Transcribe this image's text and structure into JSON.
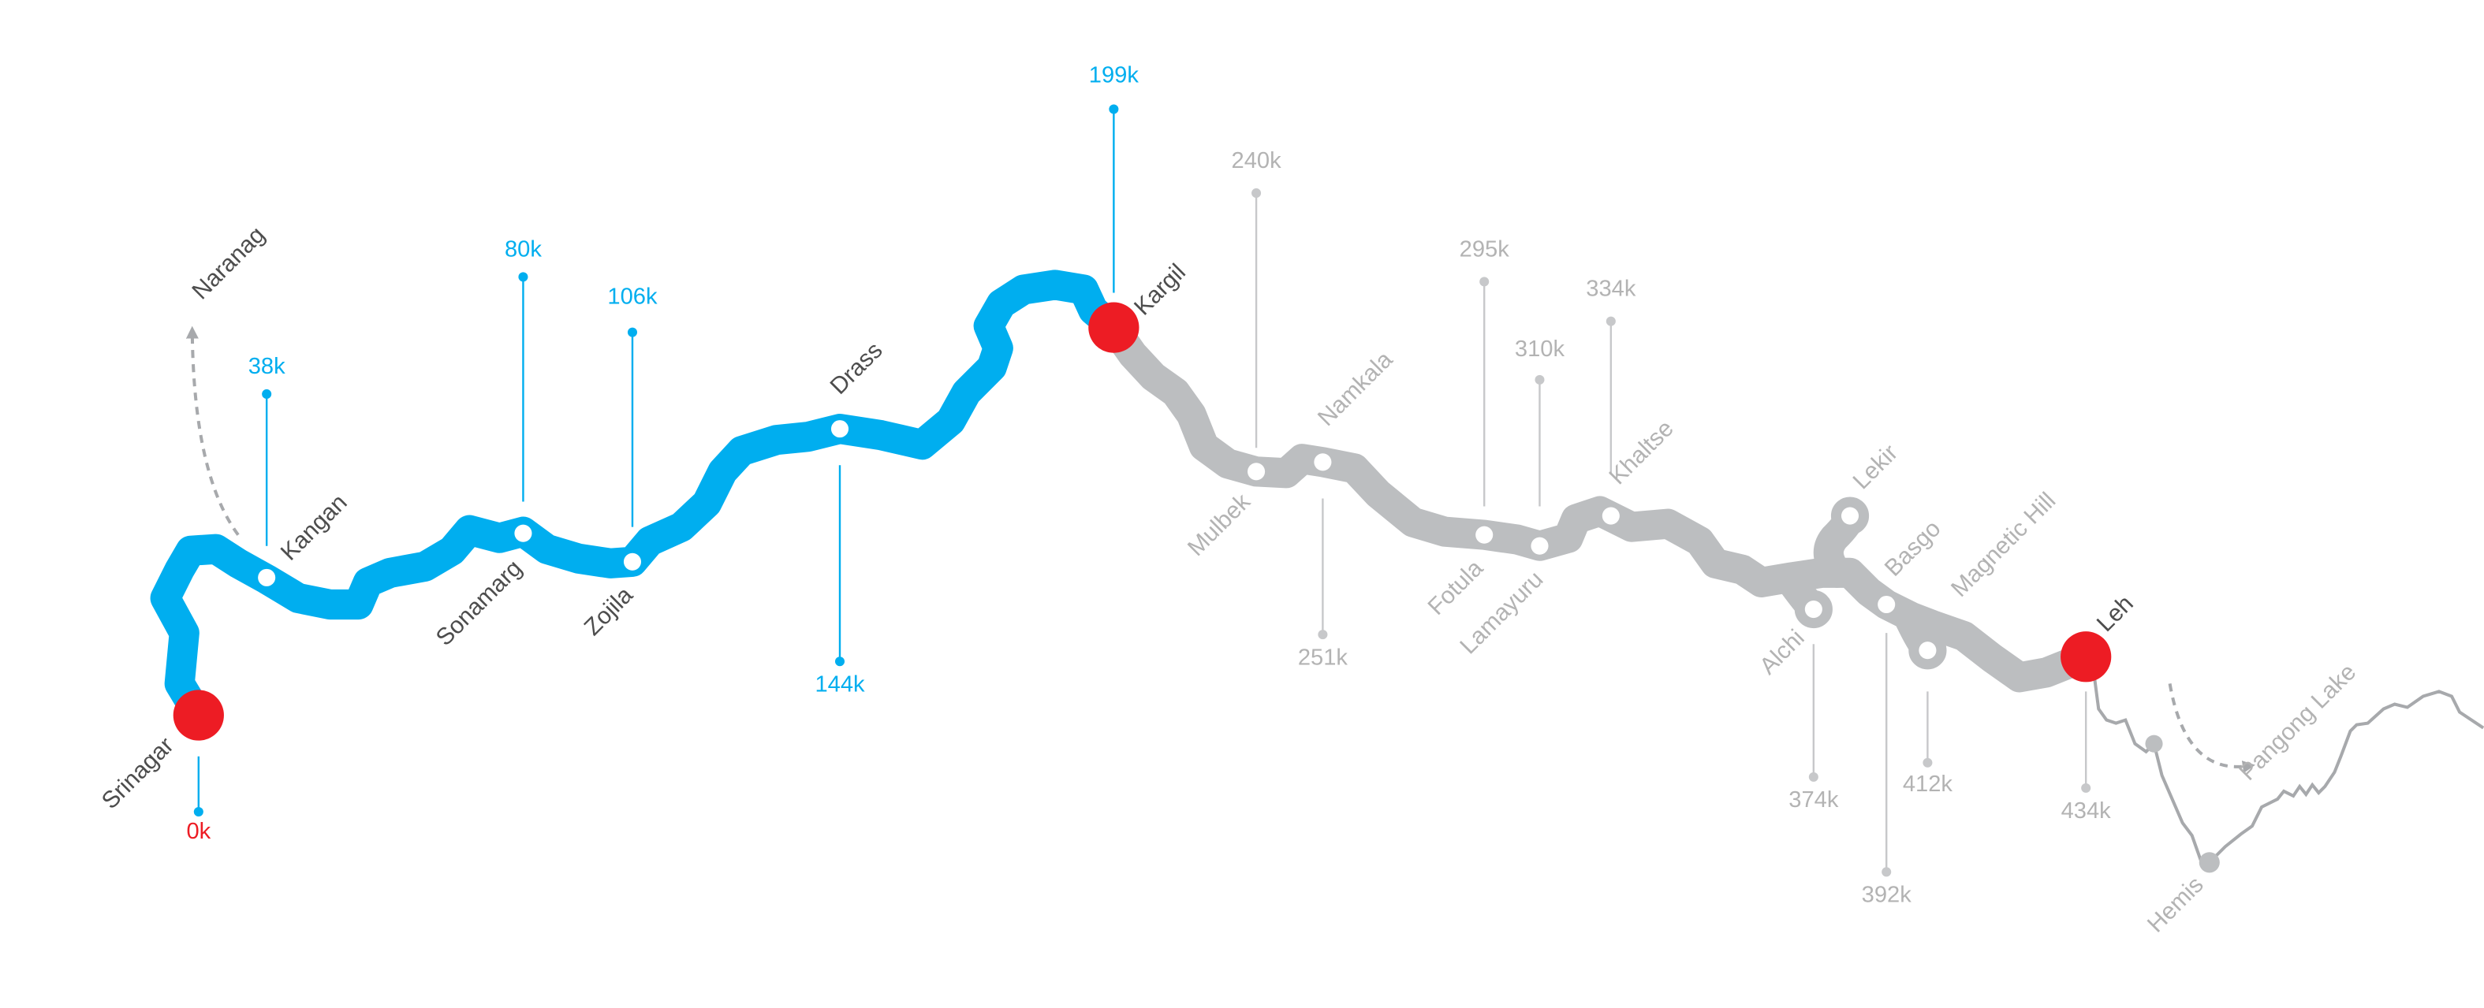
{
  "colors": {
    "covered": "#00aeef",
    "remaining": "#bcbec0",
    "endpoint": "#ed1c24",
    "dark_text": "#4d4d4d",
    "muted_text": "#b3b3b3"
  },
  "endpoints": [
    {
      "name": "Srinagar",
      "distance": "0k"
    },
    {
      "name": "Kargil",
      "distance": "199k"
    },
    {
      "name": "Leh",
      "distance": "434k"
    }
  ],
  "stops": [
    {
      "name": "Kangan",
      "distance": "38k",
      "section": "covered"
    },
    {
      "name": "Sonamarg",
      "distance": "80k",
      "section": "covered"
    },
    {
      "name": "Zojila",
      "distance": "106k",
      "section": "covered"
    },
    {
      "name": "Drass",
      "distance": "144k",
      "section": "covered"
    },
    {
      "name": "Mulbek",
      "distance": "240k",
      "section": "remaining"
    },
    {
      "name": "Namkala",
      "distance": "251k",
      "section": "remaining"
    },
    {
      "name": "Fotula",
      "distance": "295k",
      "section": "remaining"
    },
    {
      "name": "Lamayuru",
      "distance": "310k",
      "section": "remaining"
    },
    {
      "name": "Khaltse",
      "distance": "334k",
      "section": "remaining"
    },
    {
      "name": "Alchi",
      "distance": "374k",
      "section": "remaining"
    },
    {
      "name": "Lekir",
      "section": "remaining"
    },
    {
      "name": "Basgo",
      "distance": "392k",
      "section": "remaining"
    },
    {
      "name": "Magnetic Hill",
      "distance": "412k",
      "section": "remaining"
    }
  ],
  "side_trips": [
    {
      "name": "Naranag"
    },
    {
      "name": "Hemis"
    },
    {
      "name": "Pangong Lake"
    }
  ]
}
